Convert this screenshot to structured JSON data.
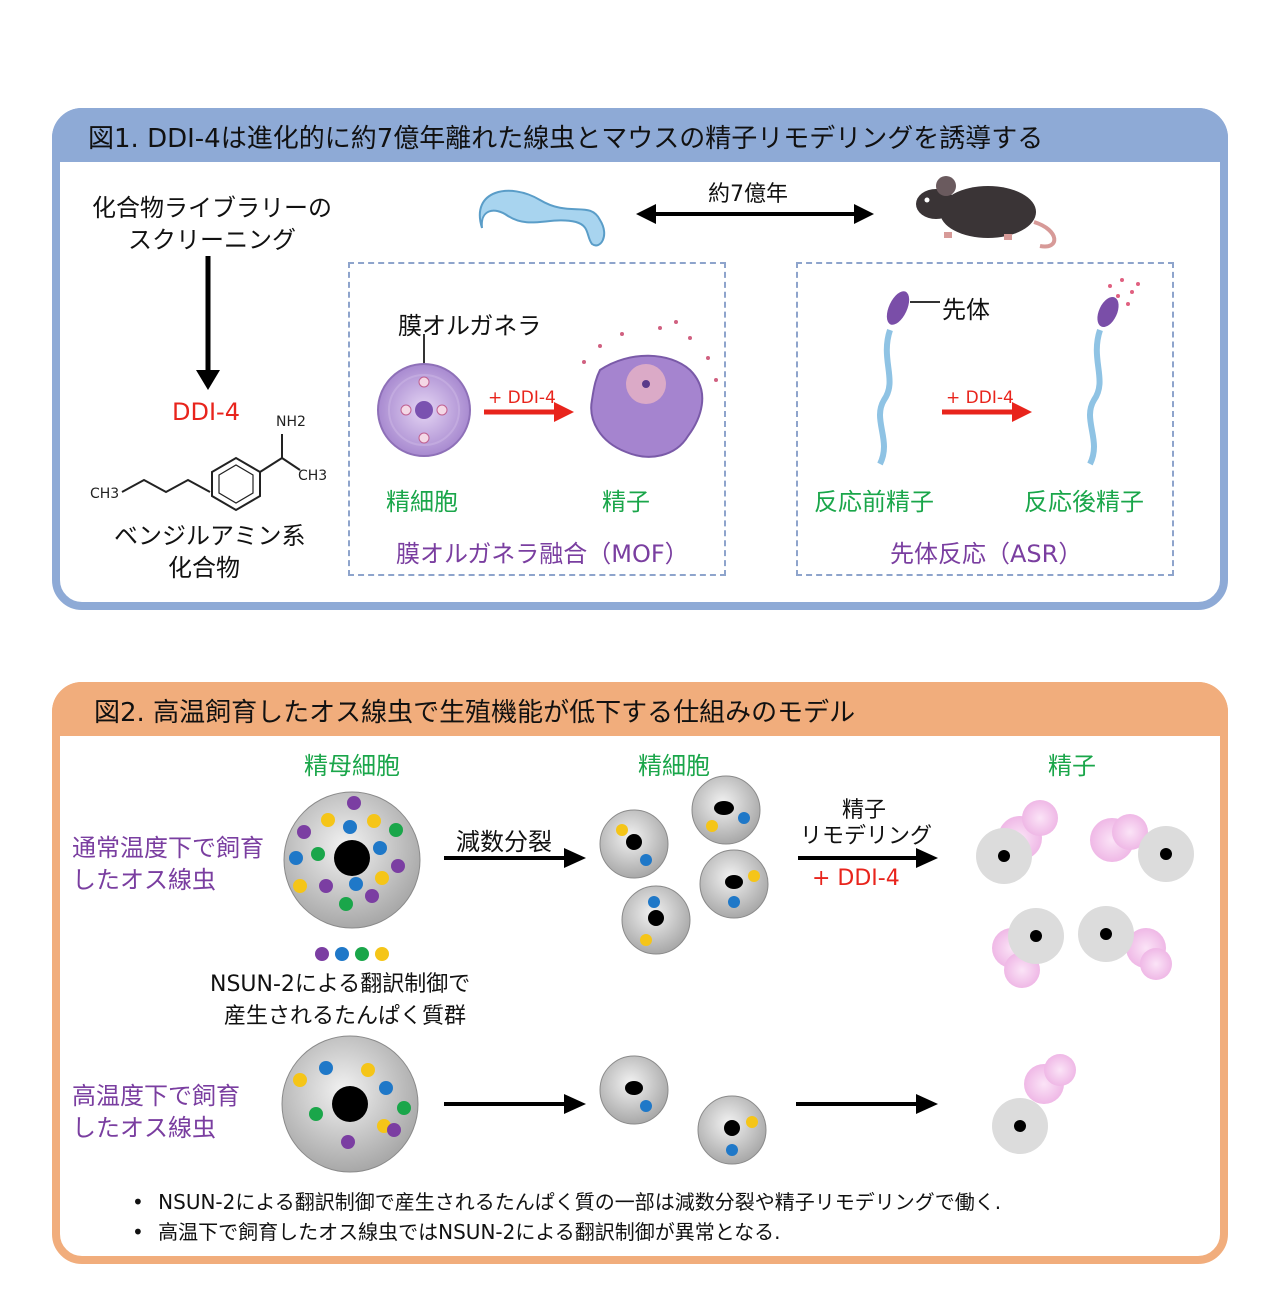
{
  "figure1": {
    "title": "図1. DDI-4は進化的に約7億年離れた線虫とマウスの精子リモデリングを誘導する",
    "screening_line1": "化合物ライブラリーの",
    "screening_line2": "スクリーニング",
    "compound_name": "DDI-4",
    "chem_nh2": "NH2",
    "chem_ch3_right": "CH3",
    "chem_ch3_left": "CH3",
    "compound_class_line1": "ベンジルアミン系",
    "compound_class_line2": "化合物",
    "evolution_label": "約7億年",
    "mof": {
      "organelle_label": "膜オルガネラ",
      "arrow_label": "+ DDI-4",
      "left_label": "精細胞",
      "right_label": "精子",
      "caption": "膜オルガネラ融合（MOF）"
    },
    "asr": {
      "acrosome_label": "先体",
      "arrow_label": "+ DDI-4",
      "left_label": "反応前精子",
      "right_label": "反応後精子",
      "caption": "先体反応（ASR）"
    }
  },
  "figure2": {
    "title": "図2. 高温飼育したオス線虫で生殖機能が低下する仕組みのモデル",
    "col_spermatocyte": "精母細胞",
    "col_spermatid": "精細胞",
    "col_sperm": "精子",
    "row_normal_line1": "通常温度下で飼育",
    "row_normal_line2": "したオス線虫",
    "row_high_line1": "高温度下で飼育",
    "row_high_line2": "したオス線虫",
    "meiosis_label": "減数分裂",
    "remodeling_line1": "精子",
    "remodeling_line2": "リモデリング",
    "ddi4_label": "+ DDI-4",
    "protein_line1": "NSUN-2による翻訳制御で",
    "protein_line2": "産生されるたんぱく質群",
    "bullet1": "NSUN-2による翻訳制御で産生されるたんぱく質の一部は減数分裂や精子リモデリングで働く.",
    "bullet2": "高温下で飼育したオス線虫ではNSUN-2による翻訳制御が異常となる.",
    "bullet_mark": "•"
  },
  "colors": {
    "panel1_border": "#8eaad6",
    "panel2_border": "#f1ad7c",
    "green": "#1aa64a",
    "purple": "#7a3ea0",
    "red": "#e8241c",
    "dot_purple": "#7b3ea2",
    "dot_blue": "#1f78c8",
    "dot_green": "#1aa64a",
    "dot_yellow": "#f5c518",
    "sperm_pink": "#f4c8ee"
  }
}
